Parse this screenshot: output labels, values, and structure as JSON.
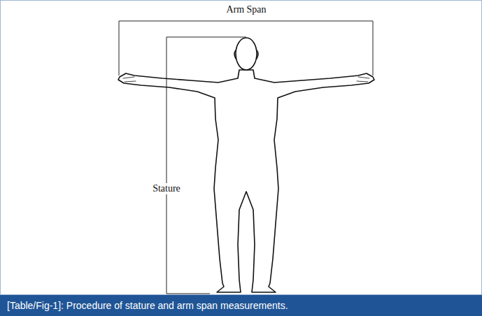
{
  "diagram": {
    "caption": "[Table/Fig-1]: Procedure of stature and arm span measurements.",
    "labels": [
      "Arm Span",
      "Stature"
    ]
  }
}
